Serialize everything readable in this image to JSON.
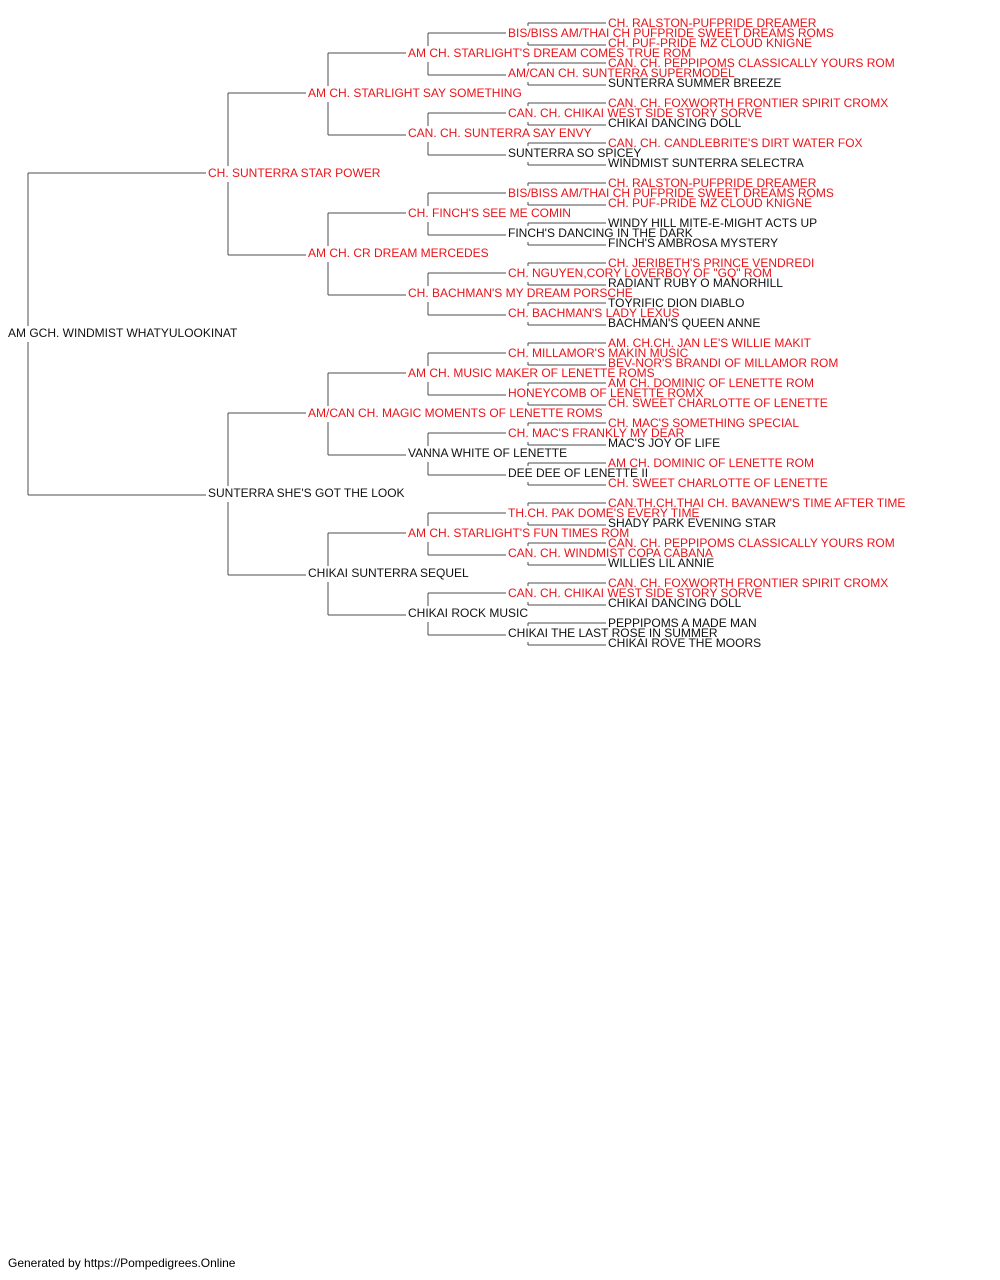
{
  "colors": {
    "titled": "#e8141b",
    "untitled": "#111111",
    "line": "#4d4d4d"
  },
  "pedigree": {
    "name": "AM GCH. WINDMIST WHATYULOOKINAT",
    "titled": false,
    "sire": {
      "name": "CH. SUNTERRA STAR POWER",
      "titled": true,
      "sire": {
        "name": "AM CH. STARLIGHT SAY SOMETHING",
        "titled": true,
        "sire": {
          "name": "AM CH. STARLIGHT'S DREAM COMES TRUE ROM",
          "titled": true,
          "sire": {
            "name": "BIS/BISS AM/THAI CH PUFPRIDE SWEET DREAMS ROMS",
            "titled": true,
            "sire": {
              "name": "CH. RALSTON-PUFPRIDE DREAMER",
              "titled": true
            },
            "dam": {
              "name": "CH. PUF-PRIDE MZ CLOUD KNIGNE",
              "titled": true
            }
          },
          "dam": {
            "name": "AM/CAN CH. SUNTERRA SUPERMODEL",
            "titled": true,
            "sire": {
              "name": "CAN. CH. PEPPIPOMS CLASSICALLY YOURS ROM",
              "titled": true
            },
            "dam": {
              "name": "SUNTERRA SUMMER BREEZE",
              "titled": false
            }
          }
        },
        "dam": {
          "name": "CAN. CH. SUNTERRA SAY ENVY",
          "titled": true,
          "sire": {
            "name": "CAN. CH. CHIKAI WEST SIDE STORY SORVE",
            "titled": true,
            "sire": {
              "name": "CAN. CH. FOXWORTH FRONTIER SPIRIT CROMX",
              "titled": true
            },
            "dam": {
              "name": "CHIKAI DANCING DOLL",
              "titled": false
            }
          },
          "dam": {
            "name": "SUNTERRA SO SPICEY",
            "titled": false,
            "sire": {
              "name": "CAN. CH. CANDLEBRITE'S DIRT WATER FOX",
              "titled": true
            },
            "dam": {
              "name": "WINDMIST SUNTERRA SELECTRA",
              "titled": false
            }
          }
        }
      },
      "dam": {
        "name": "AM CH. CR DREAM MERCEDES",
        "titled": true,
        "sire": {
          "name": "CH. FINCH'S SEE ME COMIN",
          "titled": true,
          "sire": {
            "name": "BIS/BISS AM/THAI CH PUFPRIDE SWEET DREAMS ROMS",
            "titled": true,
            "sire": {
              "name": "CH. RALSTON-PUFPRIDE DREAMER",
              "titled": true
            },
            "dam": {
              "name": "CH. PUF-PRIDE MZ CLOUD KNIGNE",
              "titled": true
            }
          },
          "dam": {
            "name": "FINCH'S DANCING IN THE DARK",
            "titled": false,
            "sire": {
              "name": "WINDY HILL MITE-E-MIGHT ACTS UP",
              "titled": false
            },
            "dam": {
              "name": "FINCH'S AMBROSA MYSTERY",
              "titled": false
            }
          }
        },
        "dam": {
          "name": "CH. BACHMAN'S MY DREAM PORSCHE",
          "titled": true,
          "sire": {
            "name": "CH. NGUYEN,CORY LOVERBOY OF \"GQ\" ROM",
            "titled": true,
            "sire": {
              "name": "CH. JERIBETH'S PRINCE VENDREDI",
              "titled": true
            },
            "dam": {
              "name": "RADIANT RUBY O MANORHILL",
              "titled": false
            }
          },
          "dam": {
            "name": "CH. BACHMAN'S LADY LEXUS",
            "titled": true,
            "sire": {
              "name": "TOYRIFIC DION DIABLO",
              "titled": false
            },
            "dam": {
              "name": "BACHMAN'S QUEEN ANNE",
              "titled": false
            }
          }
        }
      }
    },
    "dam": {
      "name": "SUNTERRA SHE'S GOT THE LOOK",
      "titled": false,
      "sire": {
        "name": "AM/CAN CH. MAGIC MOMENTS OF LENETTE ROMS",
        "titled": true,
        "sire": {
          "name": "AM CH. MUSIC MAKER OF LENETTE ROMS",
          "titled": true,
          "sire": {
            "name": "CH. MILLAMOR'S MAKIN MUSIC",
            "titled": true,
            "sire": {
              "name": "AM. CH.CH. JAN LE'S WILLIE MAKIT",
              "titled": true
            },
            "dam": {
              "name": "BEV-NOR'S BRANDI OF MILLAMOR ROM",
              "titled": true
            }
          },
          "dam": {
            "name": "HONEYCOMB OF LENETTE ROMX",
            "titled": true,
            "sire": {
              "name": "AM CH. DOMINIC OF LENETTE ROM",
              "titled": true
            },
            "dam": {
              "name": "CH. SWEET CHARLOTTE OF LENETTE",
              "titled": true
            }
          }
        },
        "dam": {
          "name": "VANNA WHITE OF LENETTE",
          "titled": false,
          "sire": {
            "name": "CH. MAC'S FRANKLY MY DEAR",
            "titled": true,
            "sire": {
              "name": "CH. MAC'S SOMETHING SPECIAL",
              "titled": true
            },
            "dam": {
              "name": "MAC'S JOY OF LIFE",
              "titled": false
            }
          },
          "dam": {
            "name": "DEE DEE OF LENETTE II",
            "titled": false,
            "sire": {
              "name": "AM CH. DOMINIC OF LENETTE ROM",
              "titled": true
            },
            "dam": {
              "name": "CH. SWEET CHARLOTTE OF LENETTE",
              "titled": true
            }
          }
        }
      },
      "dam": {
        "name": "CHIKAI SUNTERRA SEQUEL",
        "titled": false,
        "sire": {
          "name": "AM CH. STARLIGHT'S FUN TIMES ROM",
          "titled": true,
          "sire": {
            "name": "TH.CH. PAK DOME'S EVERY TIME",
            "titled": true,
            "sire": {
              "name": "CAN.TH.CH.THAI CH. BAVANEW'S TIME AFTER TIME",
              "titled": true
            },
            "dam": {
              "name": "SHADY PARK EVENING STAR",
              "titled": false
            }
          },
          "dam": {
            "name": "CAN. CH. WINDMIST COPA CABANA",
            "titled": true,
            "sire": {
              "name": "CAN. CH. PEPPIPOMS CLASSICALLY YOURS ROM",
              "titled": true
            },
            "dam": {
              "name": "WILLIES LIL ANNIE",
              "titled": false
            }
          }
        },
        "dam": {
          "name": "CHIKAI ROCK MUSIC",
          "titled": false,
          "sire": {
            "name": "CAN. CH. CHIKAI WEST SIDE STORY SORVE",
            "titled": true,
            "sire": {
              "name": "CAN. CH. FOXWORTH FRONTIER SPIRIT CROMX",
              "titled": true
            },
            "dam": {
              "name": "CHIKAI DANCING DOLL",
              "titled": false
            }
          },
          "dam": {
            "name": "CHIKAI THE LAST ROSE IN SUMMER",
            "titled": false,
            "sire": {
              "name": "PEPPIPOMS A MADE MAN",
              "titled": false
            },
            "dam": {
              "name": "CHIKAI ROVE THE MOORS",
              "titled": false
            }
          }
        }
      }
    }
  },
  "footer": {
    "text": "Generated by https://Pompedigrees.Online"
  }
}
